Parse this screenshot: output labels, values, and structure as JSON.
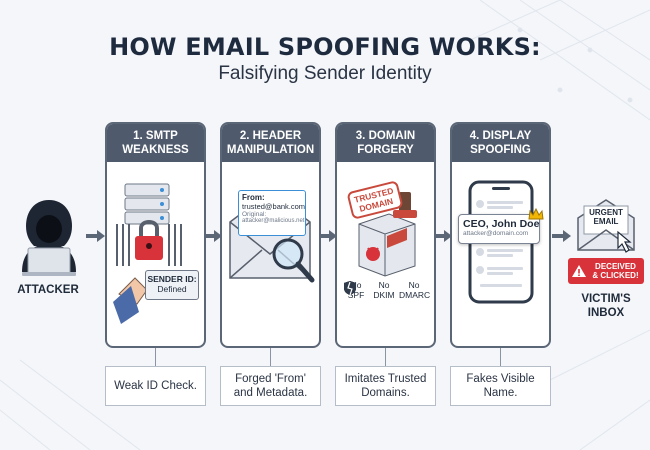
{
  "title": "HOW EMAIL SPOOFING WORKS:",
  "subtitle": "Falsifying Sender Identity",
  "attacker_label": "ATTACKER",
  "victim_label": "VICTIM'S\nINBOX",
  "steps": [
    {
      "header": "1. SMTP\nWEAKNESS",
      "caption": "Weak ID Check.",
      "badge_title": "SENDER ID:",
      "badge_value": "Defined"
    },
    {
      "header": "2. HEADER\nMANIPULATION",
      "caption": "Forged 'From' and Metadata.",
      "from_label": "From:",
      "from_value": "trusted@bank.com",
      "original_label": "Original:",
      "original_value": "attacker@malicious.net"
    },
    {
      "header": "3. DOMAIN\nFORGERY",
      "caption": "Imitates Trusted Domains.",
      "stamp_text": "TRUSTED\nDOMAIN",
      "checks": [
        {
          "no": "No",
          "name": "SPF"
        },
        {
          "no": "No",
          "name": "DKIM"
        },
        {
          "no": "No",
          "name": "DMARC"
        }
      ]
    },
    {
      "header": "4. DISPLAY\nSPOOFING",
      "caption": "Fakes Visible Name.",
      "display_name": "CEO, John Doe",
      "display_email": "attacker@domain.com"
    }
  ],
  "victim": {
    "email_label": "URGENT\nEMAIL",
    "alert_label": "DECEIVED\n& CLICKED!"
  },
  "colors": {
    "header_bg": "#4f5b6c",
    "accent_red": "#d8323a",
    "accent_blue": "#3b8fd6",
    "dark_navy": "#1e2b3f",
    "stamp_red": "#c94a3d"
  }
}
